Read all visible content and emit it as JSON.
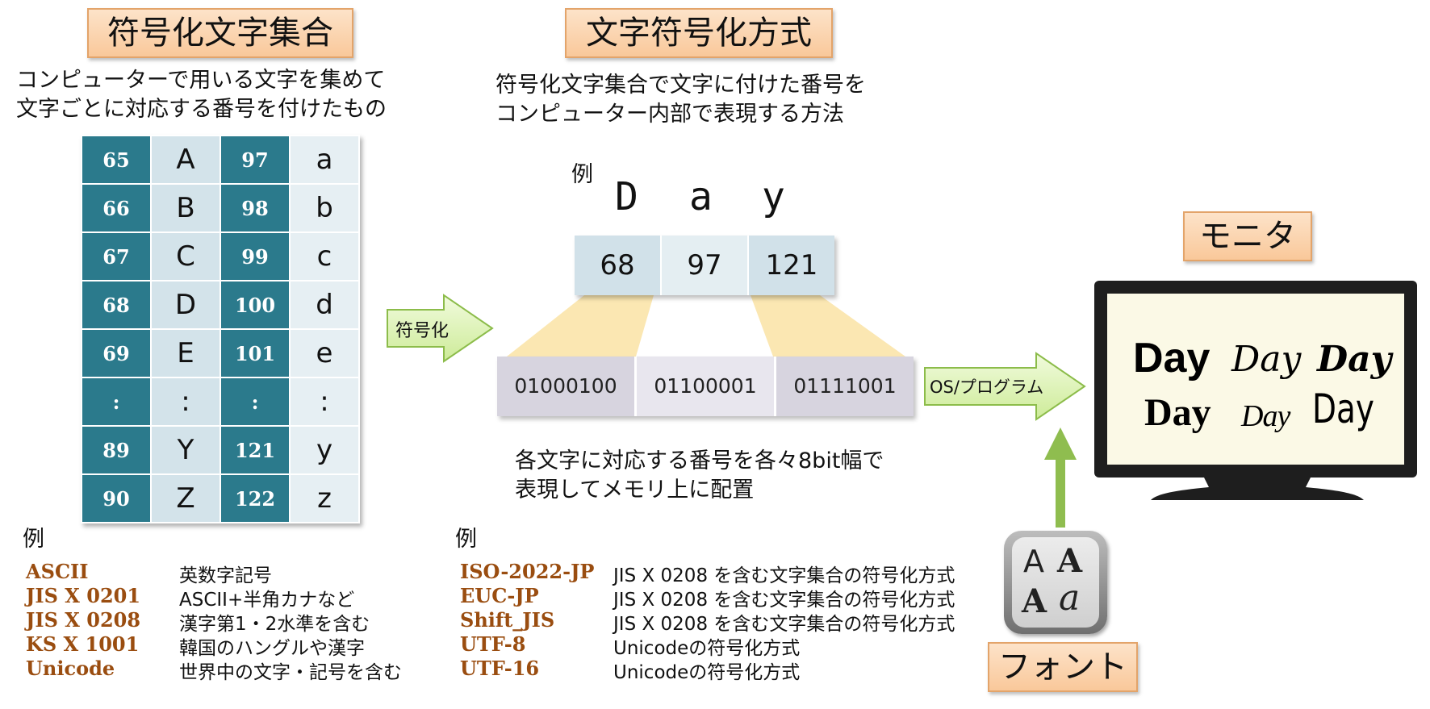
{
  "left": {
    "title": "符号化文字集合",
    "desc_line1": "コンピューターで用いる文字を集めて",
    "desc_line2": "文字ごとに対応する番号を付けたもの",
    "table_rows": [
      {
        "n1": "65",
        "c1": "A",
        "n2": "97",
        "c2": "a"
      },
      {
        "n1": "66",
        "c1": "B",
        "n2": "98",
        "c2": "b"
      },
      {
        "n1": "67",
        "c1": "C",
        "n2": "99",
        "c2": "c"
      },
      {
        "n1": "68",
        "c1": "D",
        "n2": "100",
        "c2": "d"
      },
      {
        "n1": "69",
        "c1": "E",
        "n2": "101",
        "c2": "e"
      },
      {
        "n1": ":",
        "c1": ":",
        "n2": ":",
        "c2": ":"
      },
      {
        "n1": "89",
        "c1": "Y",
        "n2": "121",
        "c2": "y"
      },
      {
        "n1": "90",
        "c1": "Z",
        "n2": "122",
        "c2": "z"
      }
    ],
    "example_label": "例",
    "examples": [
      {
        "name": "ASCII",
        "desc": "英数字記号"
      },
      {
        "name": "JIS X 0201",
        "desc": "ASCII+半角カナなど"
      },
      {
        "name": "JIS X 0208",
        "desc": "漢字第1・2水準を含む"
      },
      {
        "name": "KS X 1001",
        "desc": "韓国のハングルや漢字"
      },
      {
        "name": "Unicode",
        "desc": "世界中の文字・記号を含む"
      }
    ]
  },
  "arrows": {
    "encode_label": "符号化",
    "os_label": "OS/プログラム"
  },
  "middle": {
    "title": "文字符号化方式",
    "desc_line1": "符号化文字集合で文字に付けた番号を",
    "desc_line2": "コンピューター内部で表現する方法",
    "example_label": "例",
    "letters": [
      "D",
      "a",
      "y"
    ],
    "numbers": [
      "68",
      "97",
      "121"
    ],
    "binaries": [
      "01000100",
      "01100001",
      "01111001"
    ],
    "note_line1": "各文字に対応する番号を各々8bit幅で",
    "note_line2": "表現してメモリ上に配置",
    "example_label2": "例",
    "examples": [
      {
        "name": "ISO-2022-JP",
        "desc": "JIS X 0208 を含む文字集合の符号化方式"
      },
      {
        "name": "EUC-JP",
        "desc": "JIS X 0208 を含む文字集合の符号化方式"
      },
      {
        "name": "Shift_JIS",
        "desc": "JIS X 0208 を含む文字集合の符号化方式"
      },
      {
        "name": "UTF-8",
        "desc": "Unicodeの符号化方式"
      },
      {
        "name": "UTF-16",
        "desc": "Unicodeの符号化方式"
      }
    ]
  },
  "right": {
    "monitor_label": "モニタ",
    "screen_words": [
      "Day",
      "Day",
      "Day",
      "Day",
      "Day",
      "Day"
    ],
    "font_label": "フォント",
    "font_icon_glyphs": [
      "A",
      "A",
      "A",
      "a"
    ]
  },
  "colors": {
    "table_number_bg": "#2b7a8c",
    "label_orange": "#f9c89a",
    "arrow_green": "#e2f5bf",
    "example_brown": "#9a4d10"
  }
}
